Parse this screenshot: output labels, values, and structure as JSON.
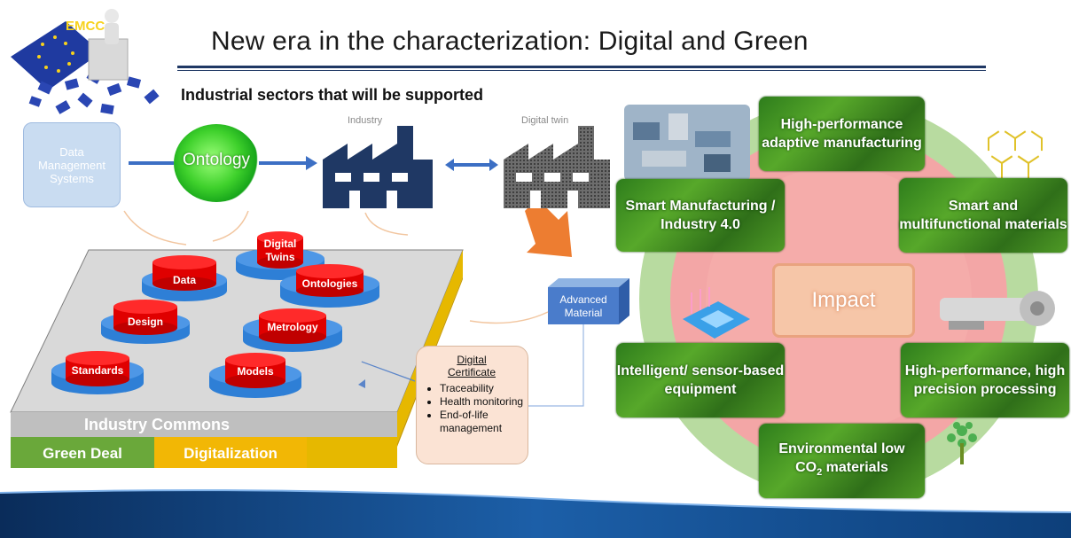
{
  "header": {
    "title": "New era in the characterization: Digital and Green",
    "subtitle": "Industrial sectors that will be supported",
    "logo_text": "EMCC"
  },
  "flow": {
    "data_management": "Data Management Systems",
    "ontology": "Ontology",
    "industry_label": "Industry",
    "digital_twin_label": "Digital twin",
    "advanced_material": "Advanced Material"
  },
  "platform": {
    "top_label": "Industry Commons",
    "green_label": "Green Deal",
    "digital_label": "Digitalization",
    "databases": {
      "data": "Data",
      "digital_twins": "Digital Twins",
      "ontologies": "Ontologies",
      "design": "Design",
      "metrology": "Metrology",
      "standards": "Standards",
      "models": "Models"
    },
    "colors": {
      "top": "#d9d9d9",
      "side": "#e6b800",
      "green": "#6aa83a",
      "gold": "#f2b705",
      "db_red": "#e00000",
      "db_blue": "#2e7fd6"
    }
  },
  "certificate": {
    "title": "Digital Certificate",
    "items": [
      "Traceability",
      "Health monitoring",
      "End-of-life management"
    ]
  },
  "impact": {
    "center": "Impact",
    "tiles": {
      "high_performance": "High-performance adaptive manufacturing",
      "smart_manufacturing": "Smart Manufacturing / Industry 4.0",
      "smart_materials": "Smart and multifunctional materials",
      "intelligent_equipment": "Intelligent/ sensor-based equipment",
      "precision_processing": "High-performance, high precision processing",
      "environmental_pre": "Environmental low",
      "environmental_co": "CO",
      "environmental_sub": "2",
      "environmental_post": " materials"
    },
    "colors": {
      "ring": "#a9d68c",
      "center": "#f4a3a3",
      "tile": "#3d8a22"
    }
  }
}
